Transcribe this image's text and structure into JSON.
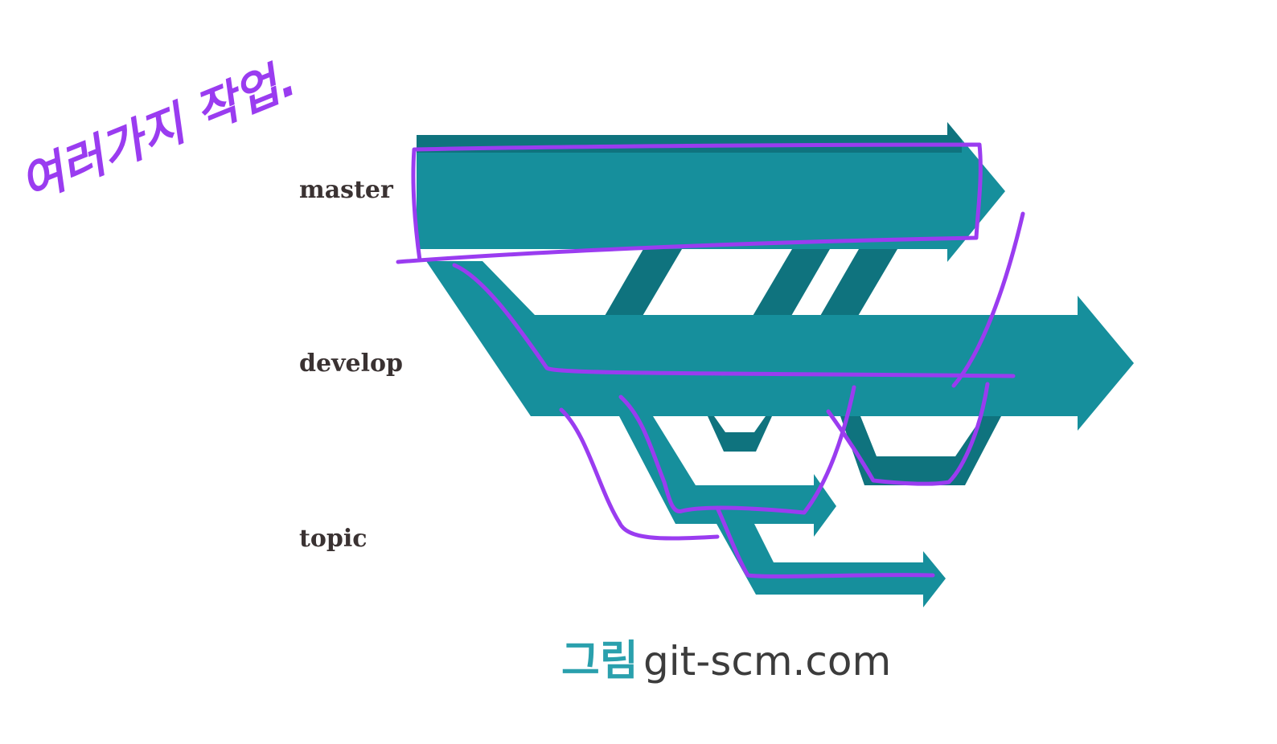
{
  "branches": {
    "master": "master",
    "develop": "develop",
    "topic": "topic"
  },
  "annotation": {
    "handwritten_note": "여러가지 작업."
  },
  "caption": {
    "prefix": "그림",
    "source": "git-scm.com"
  },
  "colors": {
    "branch_fill": "#168f9c",
    "branch_dark": "#0f737e",
    "annotation_ink": "#9a3cf0",
    "caption_accent": "#2aa0ad",
    "label_text": "#3a3232"
  }
}
